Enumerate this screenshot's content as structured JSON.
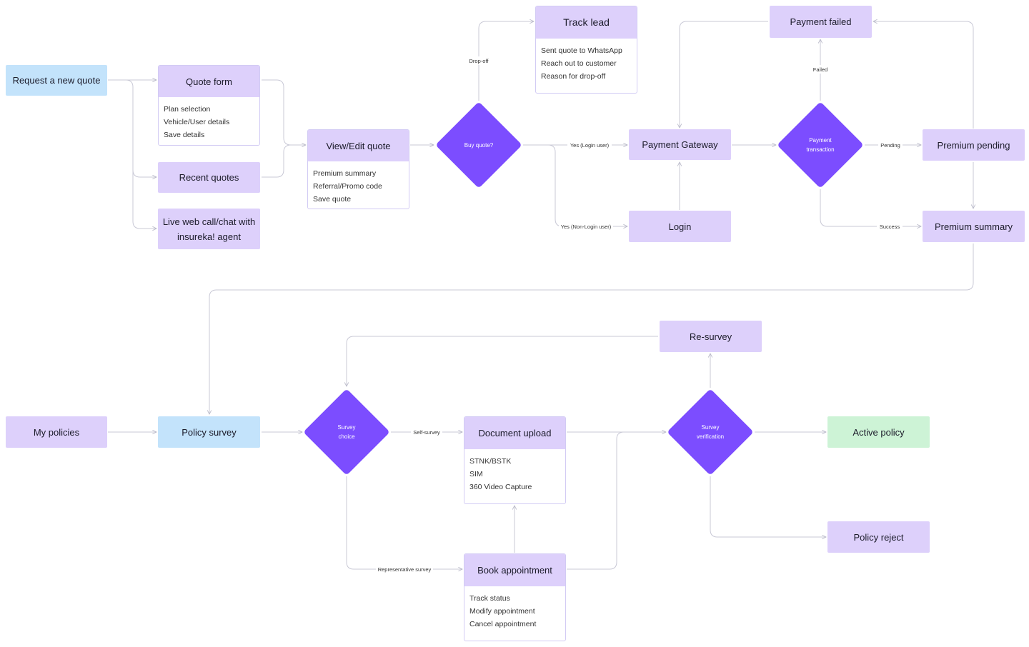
{
  "colors": {
    "node_default": "#ddd0fb",
    "node_entry": "#c3e3fb",
    "node_success": "#cdf3d6",
    "decision": "#7c4dff",
    "edge": "#c9c9d6",
    "card_border": "#d2cbf4"
  },
  "nodes": {
    "request_quote": {
      "label": "Request a new quote"
    },
    "quote_form": {
      "label": "Quote form",
      "items": [
        "Plan selection",
        "Vehicle/User details",
        "Save details"
      ]
    },
    "recent_quotes": {
      "label": "Recent quotes"
    },
    "live_agent": {
      "label_line1": "Live web call/chat with",
      "label_line2": "insureka! agent"
    },
    "view_edit_quote": {
      "label": "View/Edit quote",
      "items": [
        "Premium summary",
        "Referral/Promo code",
        "Save quote"
      ]
    },
    "buy_quote": {
      "label": "Buy quote?"
    },
    "track_lead": {
      "label": "Track lead",
      "items": [
        "Sent quote to WhatsApp",
        "Reach out to customer",
        "Reason for drop-off"
      ]
    },
    "payment_gateway": {
      "label": "Payment Gateway"
    },
    "login": {
      "label": "Login"
    },
    "payment_failed": {
      "label": "Payment failed"
    },
    "payment_transaction": {
      "label_line1": "Payment",
      "label_line2": "transaction"
    },
    "premium_pending": {
      "label": "Premium pending"
    },
    "premium_summary": {
      "label": "Premium summary"
    },
    "my_policies": {
      "label": "My policies"
    },
    "policy_survey": {
      "label": "Policy survey"
    },
    "survey_choice": {
      "label_line1": "Survey",
      "label_line2": "choice"
    },
    "document_upload": {
      "label": "Document upload",
      "items": [
        "STNK/BSTK",
        "SIM",
        "360 Video Capture"
      ]
    },
    "book_appointment": {
      "label": "Book appointment",
      "items": [
        "Track status",
        "Modify appointment",
        "Cancel appointment"
      ]
    },
    "re_survey": {
      "label": "Re-survey"
    },
    "survey_verification": {
      "label_line1": "Survey",
      "label_line2": "verification"
    },
    "active_policy": {
      "label": "Active policy"
    },
    "policy_reject": {
      "label": "Policy reject"
    }
  },
  "edge_labels": {
    "drop_off": "Drop-off",
    "yes_login": "Yes (Login user)",
    "yes_non_login": "Yes (Non-Login user)",
    "failed": "Failed",
    "pending": "Pending",
    "success": "Success",
    "self_survey": "Self-survey",
    "representative_survey": "Representative survey"
  }
}
